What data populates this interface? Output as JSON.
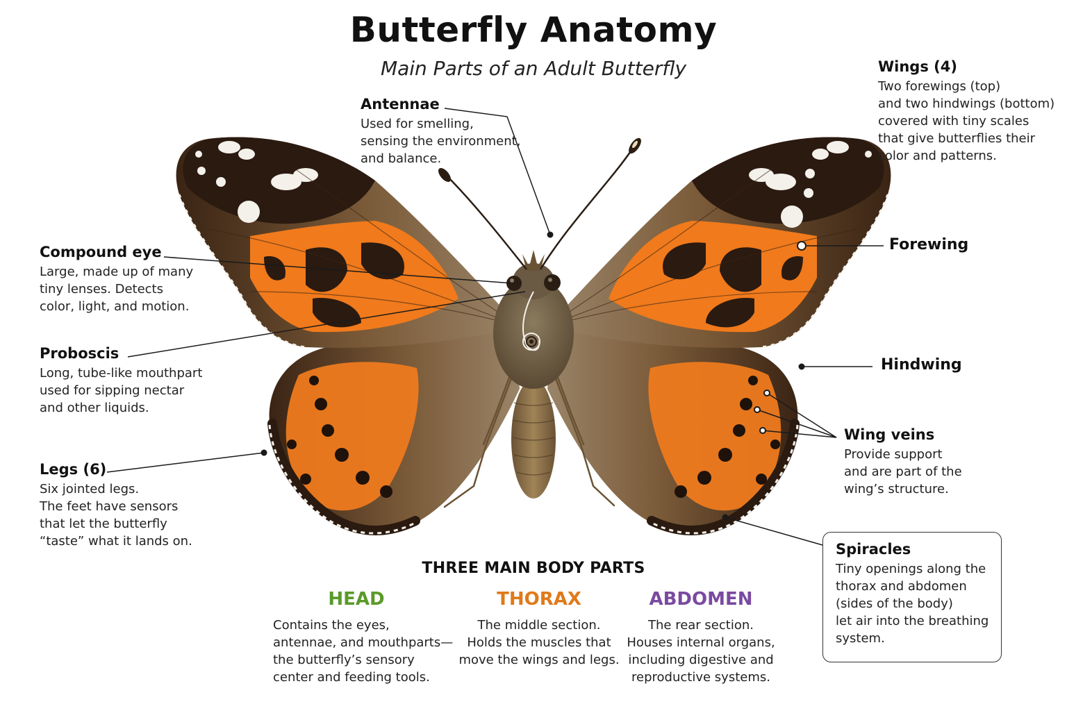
{
  "title": "Butterfly Anatomy",
  "subtitle": "Main Parts of an Adult Butterfly",
  "labels": {
    "antennae": {
      "name": "Antennae",
      "desc": "Used for smelling,\nsensing the environment,\nand balance."
    },
    "wings": {
      "name": "Wings (4)",
      "desc": "Two forewings (top)\nand two hindwings (bottom)\ncovered with tiny scales\nthat give butterflies their\ncolor and patterns."
    },
    "compound_eye": {
      "name": "Compound eye",
      "desc": "Large, made up of many\ntiny lenses. Detects\ncolor, light, and motion."
    },
    "forewing": {
      "name": "Forewing"
    },
    "proboscis": {
      "name": "Proboscis",
      "desc": "Long, tube-like mouthpart\nused for sipping nectar\nand other liquids."
    },
    "hindwing": {
      "name": "Hindwing"
    },
    "wing_veins": {
      "name": "Wing veins",
      "desc": "Provide support\nand are part of the\nwing’s structure."
    },
    "legs": {
      "name": "Legs (6)",
      "desc": "Six jointed legs.\nThe feet have sensors\nthat let the butterfly\n“taste” what it lands on."
    },
    "spiracles": {
      "name": "Spiracles",
      "desc": "Tiny openings along the\nthorax and abdomen\n(sides of the body)\nlet air into the breathing\nsystem."
    }
  },
  "body_parts": {
    "title": "THREE MAIN BODY PARTS",
    "head": {
      "name": "HEAD",
      "color": "#5a9a2a",
      "desc": "Contains the eyes,\nantennae, and mouthparts—\nthe butterfly’s sensory\ncenter and feeding tools."
    },
    "thorax": {
      "name": "THORAX",
      "color": "#e07a1a",
      "desc": "The middle section.\nHolds the muscles that\nmove the wings and legs."
    },
    "abdomen": {
      "name": "ABDOMEN",
      "color": "#7a4aa0",
      "desc": "The rear section.\nHouses internal organs,\nincluding digestive and\nreproductive systems."
    }
  },
  "colors": {
    "wing_orange": "#f07a1c",
    "wing_dark": "#2b1a10",
    "wing_base": "#8a6a48",
    "spot_white": "#f4f1ea",
    "body_brown": "#7a6448"
  }
}
